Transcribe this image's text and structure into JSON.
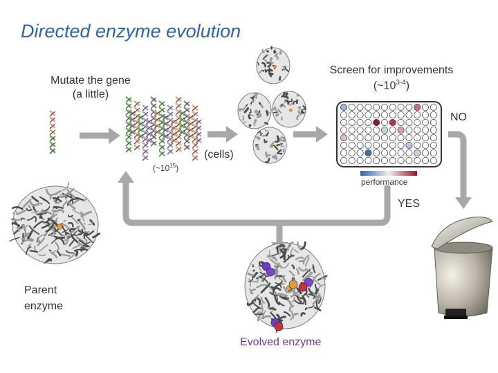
{
  "title": "Directed enzyme evolution",
  "labels": {
    "mutate_line1": "Mutate the gene",
    "mutate_line2": "(a little)",
    "library_size": "(~10",
    "library_exp": "15",
    "library_close": ")",
    "cells": "(cells)",
    "screen_line1": "Screen for improvements",
    "screen_line2_pre": "(~10",
    "screen_line2_exp": "3-4",
    "screen_line2_post": ")",
    "performance": "performance",
    "no": "NO",
    "yes": "YES",
    "parent_line1": "Parent",
    "parent_line2": "enzyme",
    "evolved": "Evolved enzyme"
  },
  "colors": {
    "title": "#2f63a8",
    "arrow": "#a8a8a8",
    "evolved_label": "#6a3d9a",
    "dna_orange": "#f0a27a",
    "dna_green": "#62b85a",
    "dna_purple": "#b59ad8"
  },
  "icons": {
    "enzyme": "protein-structure-icon",
    "dna": "dna-helix-icon",
    "trash": "trash-can-icon"
  },
  "plate": {
    "rows": 8,
    "cols": 12,
    "highlighted_wells": [
      {
        "r": 0,
        "c": 0,
        "color": "#9db4d6"
      },
      {
        "r": 0,
        "c": 9,
        "color": "#c76a86"
      },
      {
        "r": 2,
        "c": 4,
        "color": "#8b1a2a"
      },
      {
        "r": 2,
        "c": 6,
        "color": "#b33548"
      },
      {
        "r": 3,
        "c": 5,
        "color": "#c9d6ea"
      },
      {
        "r": 3,
        "c": 7,
        "color": "#d9a0ae"
      },
      {
        "r": 4,
        "c": 0,
        "color": "#d7c0c8"
      },
      {
        "r": 6,
        "c": 3,
        "color": "#3e6fb3"
      },
      {
        "r": 5,
        "c": 8,
        "color": "#b8c8e0"
      },
      {
        "r": 6,
        "c": 9,
        "color": "#e0c8d0"
      }
    ]
  }
}
